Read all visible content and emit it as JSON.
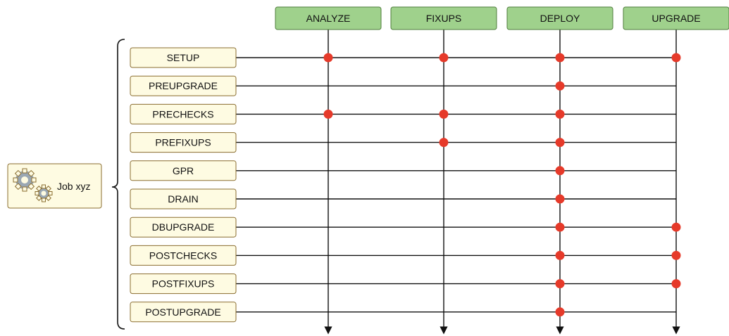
{
  "job": {
    "label": "Job xyz",
    "icon": "gears-icon"
  },
  "modes": [
    "ANALYZE",
    "FIXUPS",
    "DEPLOY",
    "UPGRADE"
  ],
  "phases": [
    {
      "name": "SETUP",
      "modes": [
        "ANALYZE",
        "FIXUPS",
        "DEPLOY",
        "UPGRADE"
      ]
    },
    {
      "name": "PREUPGRADE",
      "modes": [
        "DEPLOY"
      ]
    },
    {
      "name": "PRECHECKS",
      "modes": [
        "ANALYZE",
        "FIXUPS",
        "DEPLOY"
      ]
    },
    {
      "name": "PREFIXUPS",
      "modes": [
        "FIXUPS",
        "DEPLOY"
      ]
    },
    {
      "name": "GPR",
      "modes": [
        "DEPLOY"
      ]
    },
    {
      "name": "DRAIN",
      "modes": [
        "DEPLOY"
      ]
    },
    {
      "name": "DBUPGRADE",
      "modes": [
        "DEPLOY",
        "UPGRADE"
      ]
    },
    {
      "name": "POSTCHECKS",
      "modes": [
        "DEPLOY",
        "UPGRADE"
      ]
    },
    {
      "name": "POSTFIXUPS",
      "modes": [
        "DEPLOY",
        "UPGRADE"
      ]
    },
    {
      "name": "POSTUPGRADE",
      "modes": [
        "DEPLOY"
      ]
    }
  ],
  "colors": {
    "mode_fill": "#9fd18c",
    "phase_fill": "#fefbe2",
    "dot": "#e63a2a"
  }
}
